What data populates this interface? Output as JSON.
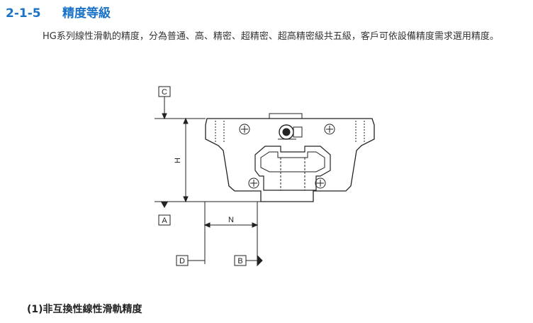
{
  "section": {
    "number": "2-1-5",
    "title": "精度等級"
  },
  "intro_text": "HG系列線性滑軌的精度，分為普通、高、精密、超精密、超高精密級共五級，客戶可依設備精度需求選用精度。",
  "diagram": {
    "label_c": "C",
    "label_h": "H",
    "label_a": "A",
    "label_n": "N",
    "label_d": "D",
    "label_b": "B"
  },
  "subsection_title": "(1)非互換性線性滑軌精度"
}
